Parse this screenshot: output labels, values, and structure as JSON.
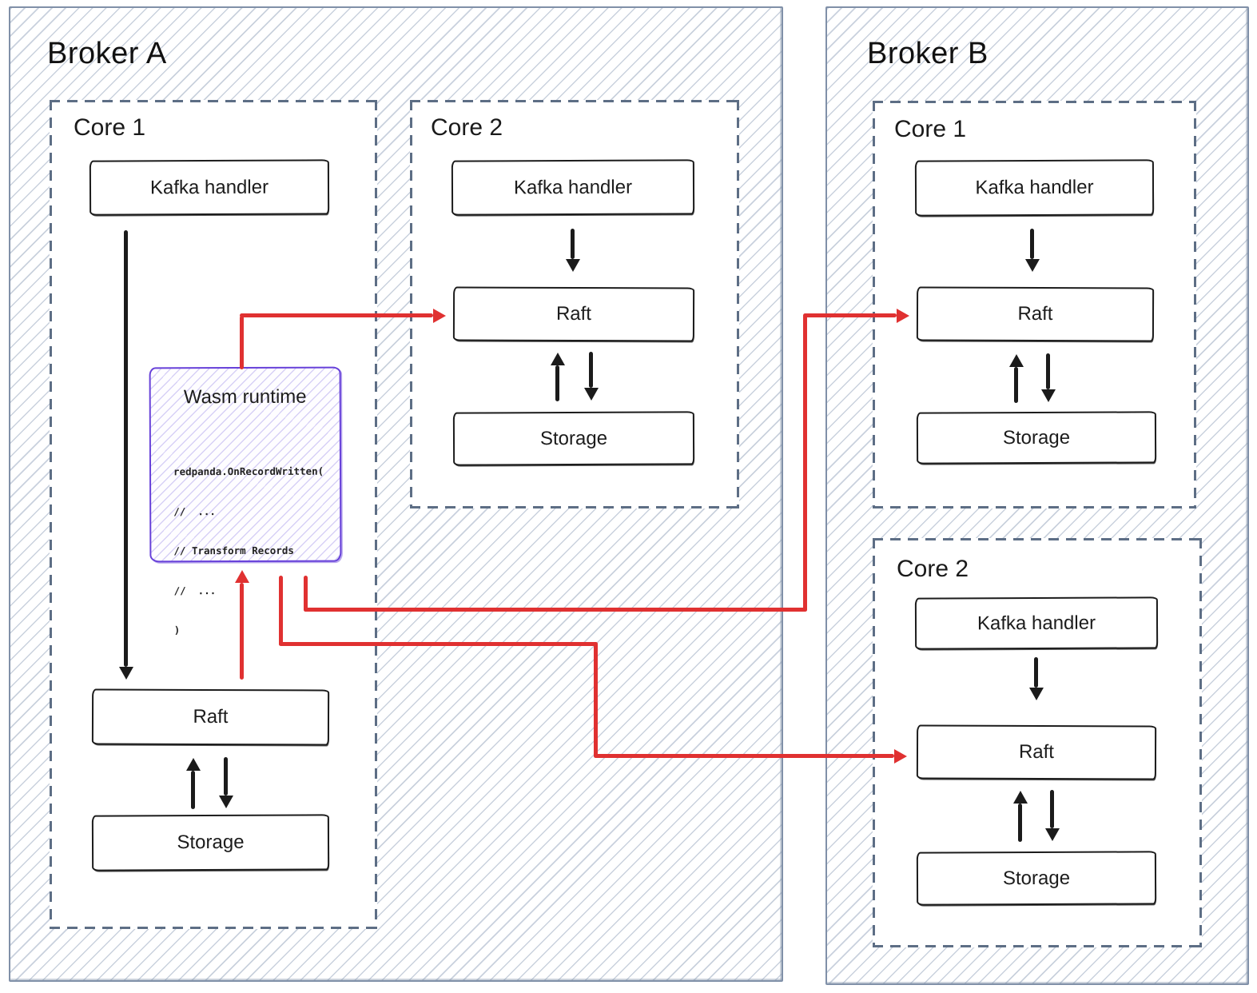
{
  "colors": {
    "connector_red": "#e03131",
    "wasm_purple": "#6741d9",
    "broker_border": "#8090a8",
    "core_dashed_border": "#5d6e85",
    "hatch_line": "#c9d1dd",
    "node_border": "#1c1c1c"
  },
  "brokers": [
    {
      "title": "Broker A",
      "cores": [
        {
          "label": "Core 1",
          "blocks": [
            {
              "label": "Kafka handler"
            },
            {
              "label": "Wasm runtime",
              "code": [
                "redpanda.OnRecordWritten(",
                "//  ...",
                "// Transform Records",
                "//  ...",
                ")"
              ]
            },
            {
              "label": "Raft"
            },
            {
              "label": "Storage"
            }
          ]
        },
        {
          "label": "Core 2",
          "blocks": [
            {
              "label": "Kafka handler"
            },
            {
              "label": "Raft"
            },
            {
              "label": "Storage"
            }
          ]
        }
      ]
    },
    {
      "title": "Broker B",
      "cores": [
        {
          "label": "Core 1",
          "blocks": [
            {
              "label": "Kafka handler"
            },
            {
              "label": "Raft"
            },
            {
              "label": "Storage"
            }
          ]
        },
        {
          "label": "Core 2",
          "blocks": [
            {
              "label": "Kafka handler"
            },
            {
              "label": "Raft"
            },
            {
              "label": "Storage"
            }
          ]
        }
      ]
    }
  ],
  "connections": [
    {
      "from": "broker-a.core-1.kafka-handler",
      "to": "broker-a.core-1.raft",
      "color": "black"
    },
    {
      "from": "broker-a.core-1.raft",
      "to": "broker-a.core-1.wasm-runtime",
      "color": "red"
    },
    {
      "from": "broker-a.core-1.wasm-runtime",
      "to": "broker-a.core-2.raft",
      "color": "red"
    },
    {
      "from": "broker-a.core-1.wasm-runtime",
      "to": "broker-b.core-1.raft",
      "color": "red"
    },
    {
      "from": "broker-a.core-1.wasm-runtime",
      "to": "broker-b.core-2.raft",
      "color": "red"
    },
    {
      "from": "kafka-handler",
      "to": "raft",
      "color": "black",
      "note": "per-core"
    },
    {
      "from": "raft",
      "to": "storage",
      "color": "black",
      "bidirectional": true,
      "note": "per-core"
    }
  ]
}
